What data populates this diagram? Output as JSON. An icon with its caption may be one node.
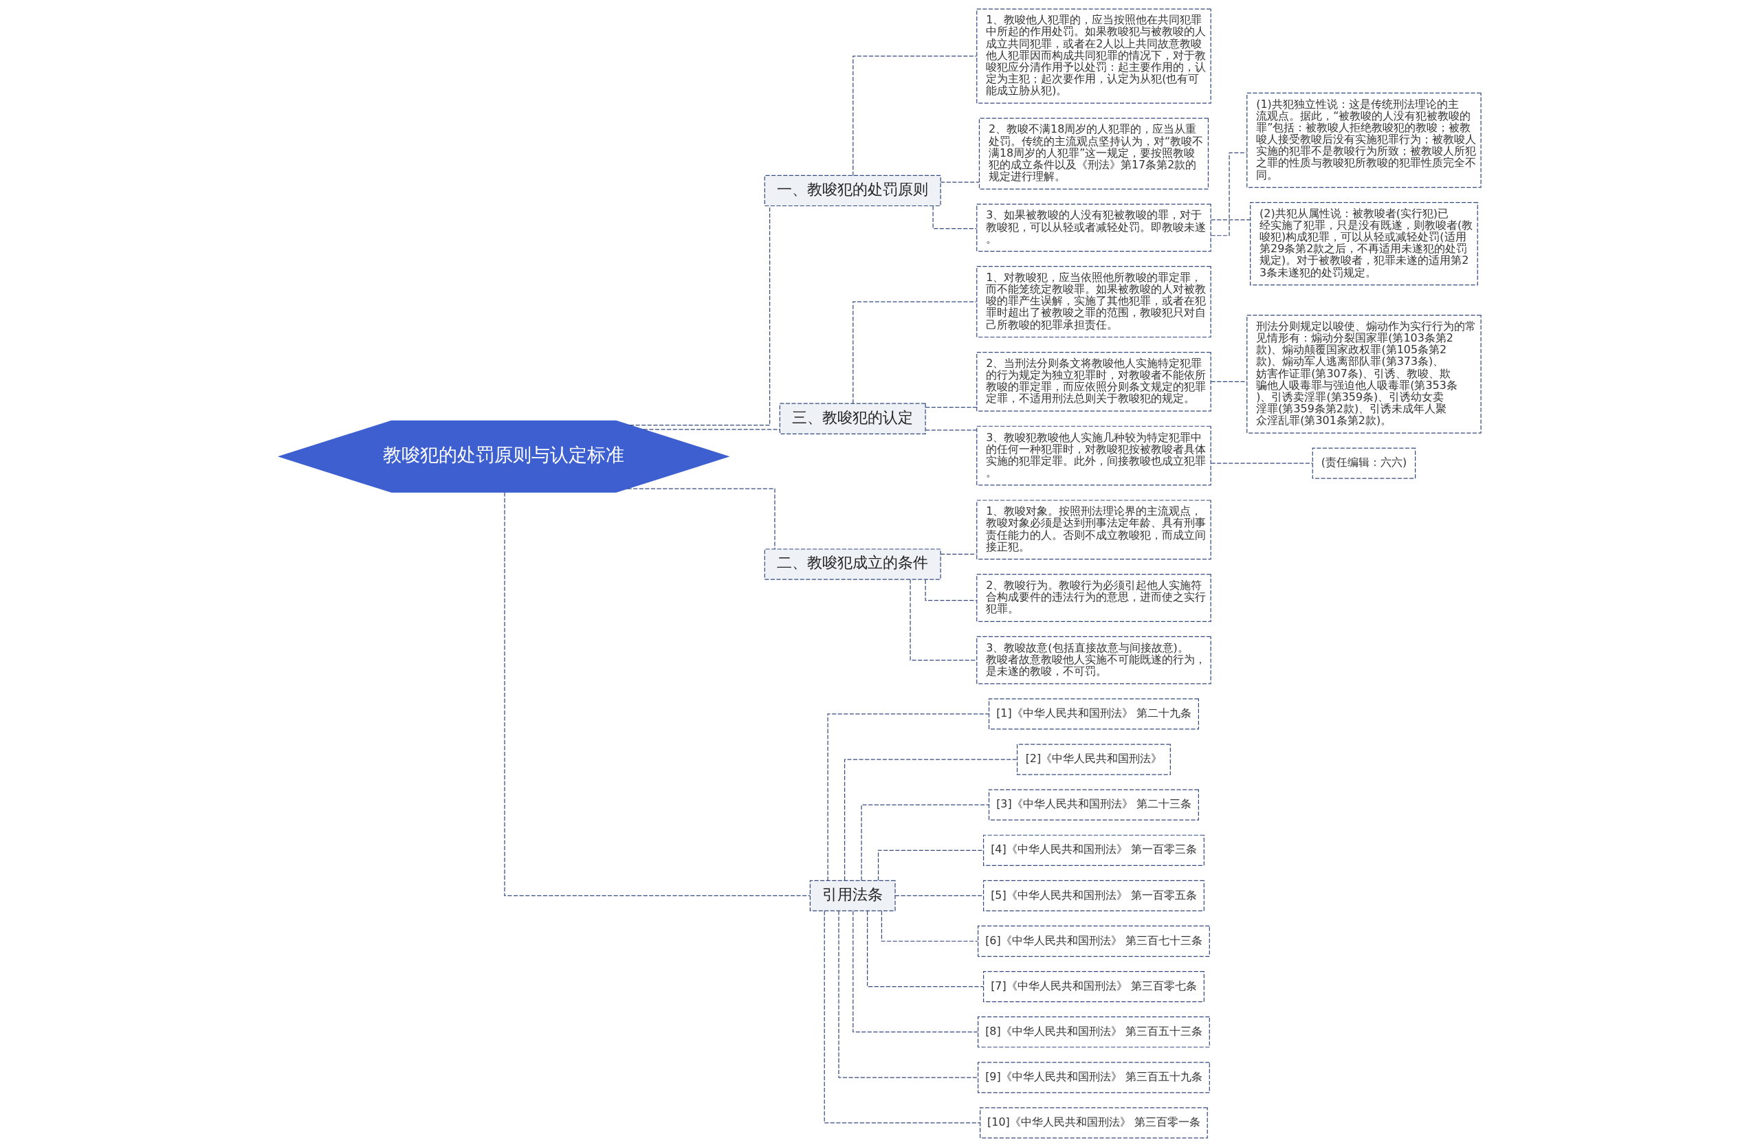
{
  "diagram": {
    "nodes": [
      {
        "text": [
          "教唆犯的处罚原则与认定标准"
        ]
      },
      {
        "text": [
          "一、教唆犯的处罚原则"
        ]
      },
      {
        "text": [
          "1、教唆他人犯罪的，应当按照他在共同犯罪中所起的作用处罚。如果教唆犯与被教唆的人成立共同犯罪，或者在2人以上共同故意教唆他人犯罪因而构成共同犯罪的情况下，对于教唆犯应分清作用予以处罚：起主要作用的，认定为主犯；起次要作用，认定为从犯(也有可能成立胁从犯)。"
        ]
      },
      {
        "text": [
          "2、教唆不满18周岁的人犯罪的，应当从重处罚。传统的主流观点坚持认为，对“教唆不满18周岁的人犯罪”这一规定，要按照教唆犯的成立条件以及《刑法》第17条第2款的规定进行理解。"
        ]
      },
      {
        "text": [
          "3、如果被教唆的人没有犯被教唆的罪，对于教唆犯，可以从轻或者减轻处罚。即教唆未遂。"
        ]
      },
      {
        "text": [
          "(1)共犯独立性说：这是传统刑法理论的主流观点。据此，“被教唆的人没有犯被教唆的罪”包括：被教唆人拒绝教唆犯的教唆；被教唆人接受教唆后没有实施犯罪行为；被教唆人实施的犯罪不是教唆行为所致；被教唆人所犯之罪的性质与教唆犯所教唆的犯罪性质完全不同。"
        ]
      },
      {
        "text": [
          "(2)共犯从属性说：被教唆者(实行犯)已经实施了犯罪，只是没有既遂，则教唆者(教唆犯)构成犯罪，可以从轻或减轻处罚(适用第29条第2款之后，不再适用未遂犯的处罚规定)。对于被教唆者，犯罪未遂的适用第23条未遂犯的处罚规定。"
        ]
      },
      {
        "text": [
          "三、教唆犯的认定"
        ]
      },
      {
        "text": [
          "1、对教唆犯，应当依照他所教唆的罪定罪，而不能笼统定教唆罪。如果被教唆的人对被教唆的罪产生误解，实施了其他犯罪，或者在犯罪时超出了被教唆之罪的范围，教唆犯只对自己所教唆的犯罪承担责任。"
        ]
      },
      {
        "text": [
          "2、当刑法分则条文将教唆他人实施特定犯罪的行为规定为独立犯罪时，对教唆者不能依所教唆的罪定罪，而应依照分则条文规定的犯罪定罪，不适用刑法总则关于教唆犯的规定。"
        ]
      },
      {
        "text": [
          "3、教唆犯教唆他人实施几种较为特定犯罪中的任何一种犯罪时，对教唆犯按被教唆者具体实施的犯罪定罪。此外，间接教唆也成立犯罪。"
        ]
      },
      {
        "text": [
          "刑法分则规定以唆使、煽动作为实行行为的常见情形有：煽动分裂国家罪(第103条第2款)、煽动颠覆国家政权罪(第105条第2款)、煽动军人逃离部队罪(第373条)、妨害作证罪(第307条)、引诱、教唆、欺骗他人吸毒罪与强迫他人吸毒罪(第353条)、引诱卖淫罪(第359条)、引诱幼女卖淫罪(第359条第2款)、引诱未成年人聚众淫乱罪(第301条第2款)。"
        ]
      },
      {
        "text": [
          "(责任编辑：六六)"
        ]
      },
      {
        "text": [
          "二、教唆犯成立的条件"
        ]
      },
      {
        "text": [
          "1、教唆对象。按照刑法理论界的主流观点，教唆对象必须是达到刑事法定年龄、具有刑事责任能力的人。否则不成立教唆犯，而成立间接正犯。"
        ]
      },
      {
        "text": [
          "2、教唆行为。教唆行为必须引起他人实施符合构成要件的违法行为的意思，进而使之实行犯罪。"
        ]
      },
      {
        "text": [
          "3、教唆故意(包括直接故意与间接故意)。教唆者故意教唆他人实施不可能既遂的行为，是未遂的教唆，不可罚。"
        ]
      },
      {
        "text": [
          "引用法条"
        ]
      },
      {
        "text": [
          "[1]《中华人民共和国刑法》 第二十九条"
        ]
      },
      {
        "text": [
          "[2]《中华人民共和国刑法》"
        ]
      },
      {
        "text": [
          "[3]《中华人民共和国刑法》 第二十三条"
        ]
      },
      {
        "text": [
          "[4]《中华人民共和国刑法》 第一百零三条"
        ]
      },
      {
        "text": [
          "[5]《中华人民共和国刑法》 第一百零五条"
        ]
      },
      {
        "text": [
          "[6]《中华人民共和国刑法》 第三百七十三条"
        ]
      },
      {
        "text": [
          "[7]《中华人民共和国刑法》 第三百零七条"
        ]
      },
      {
        "text": [
          "[8]《中华人民共和国刑法》 第三百五十三条"
        ]
      },
      {
        "text": [
          "[9]《中华人民共和国刑法》 第三百五十九条"
        ]
      },
      {
        "text": [
          "[10]《中华人民共和国刑法》 第三百零一条"
        ]
      }
    ],
    "edges": [
      {
        "from": 0,
        "to": 1,
        "arrow": "none"
      },
      {
        "from": 1,
        "to": 2,
        "arrow": "none"
      },
      {
        "from": 1,
        "to": 3,
        "arrow": "none"
      },
      {
        "from": 1,
        "to": 4,
        "arrow": "none"
      },
      {
        "from": 4,
        "to": 5,
        "arrow": "none"
      },
      {
        "from": 4,
        "to": 6,
        "arrow": "none"
      },
      {
        "from": 0,
        "to": 7,
        "arrow": "none"
      },
      {
        "from": 7,
        "to": 8,
        "arrow": "none"
      },
      {
        "from": 7,
        "to": 9,
        "arrow": "none"
      },
      {
        "from": 7,
        "to": 10,
        "arrow": "none"
      },
      {
        "from": 9,
        "to": 11,
        "arrow": "none"
      },
      {
        "from": 10,
        "to": 12,
        "arrow": "none"
      },
      {
        "from": 0,
        "to": 13,
        "arrow": "none"
      },
      {
        "from": 13,
        "to": 14,
        "arrow": "none"
      },
      {
        "from": 13,
        "to": 15,
        "arrow": "none"
      },
      {
        "from": 13,
        "to": 16,
        "arrow": "none"
      },
      {
        "from": 0,
        "to": 17,
        "arrow": "none"
      },
      {
        "from": 17,
        "to": 18,
        "arrow": "none"
      },
      {
        "from": 17,
        "to": 19,
        "arrow": "none"
      },
      {
        "from": 17,
        "to": 20,
        "arrow": "none"
      },
      {
        "from": 17,
        "to": 21,
        "arrow": "none"
      },
      {
        "from": 17,
        "to": 22,
        "arrow": "none"
      },
      {
        "from": 17,
        "to": 23,
        "arrow": "none"
      },
      {
        "from": 17,
        "to": 24,
        "arrow": "none"
      },
      {
        "from": 17,
        "to": 25,
        "arrow": "none"
      },
      {
        "from": 17,
        "to": 26,
        "arrow": "none"
      },
      {
        "from": 17,
        "to": 27,
        "arrow": "none"
      }
    ]
  }
}
